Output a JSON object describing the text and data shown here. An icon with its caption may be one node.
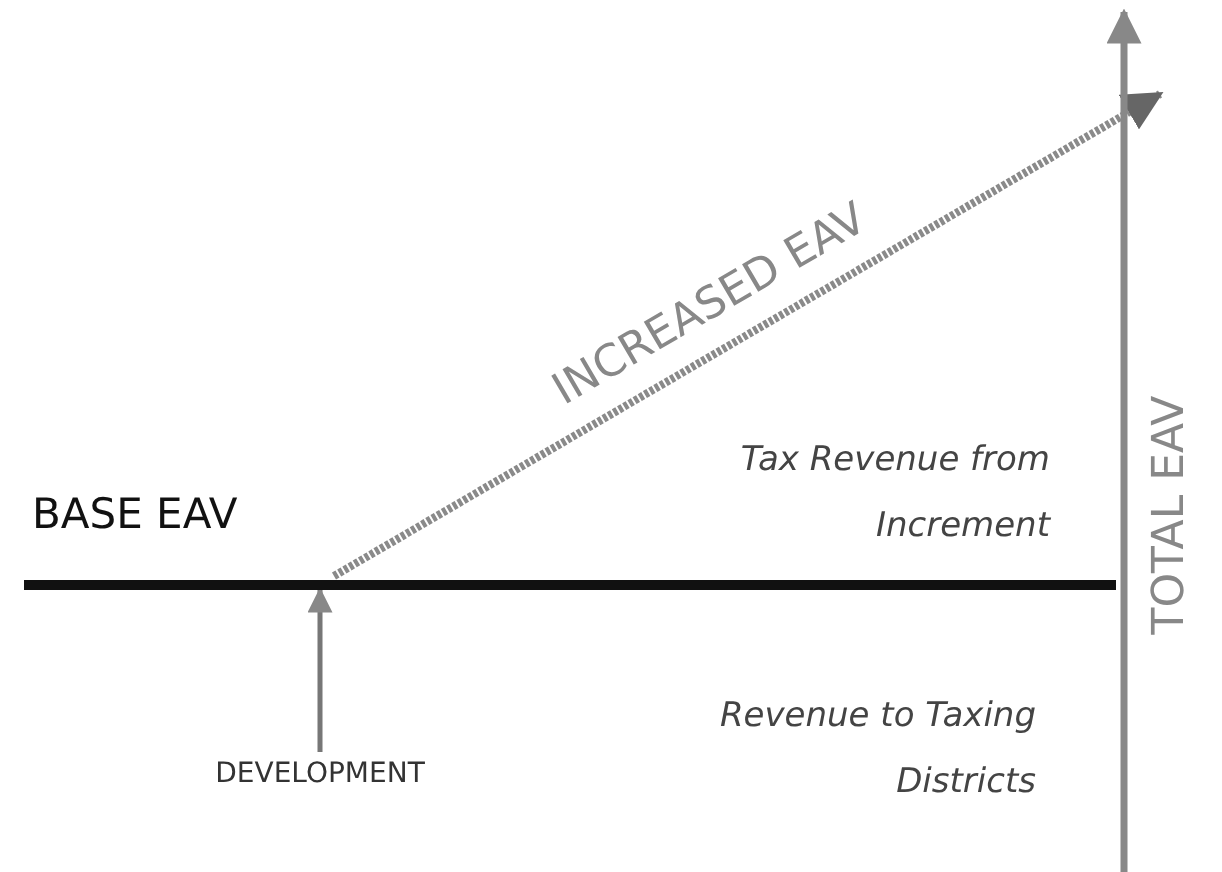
{
  "diagram": {
    "nodes": [
      {
        "text": [
          "DEVELOPMENT"
        ]
      },
      {
        "text": [
          "BASE EAV"
        ]
      }
    ],
    "edges": [
      {
        "from": 0,
        "to": 1,
        "arrow": "to"
      }
    ],
    "labels": [
      "INCREASED EAV",
      "Tax Revenue from Increment",
      "Revenue to Taxing Districts",
      "TOTAL EAV"
    ]
  }
}
